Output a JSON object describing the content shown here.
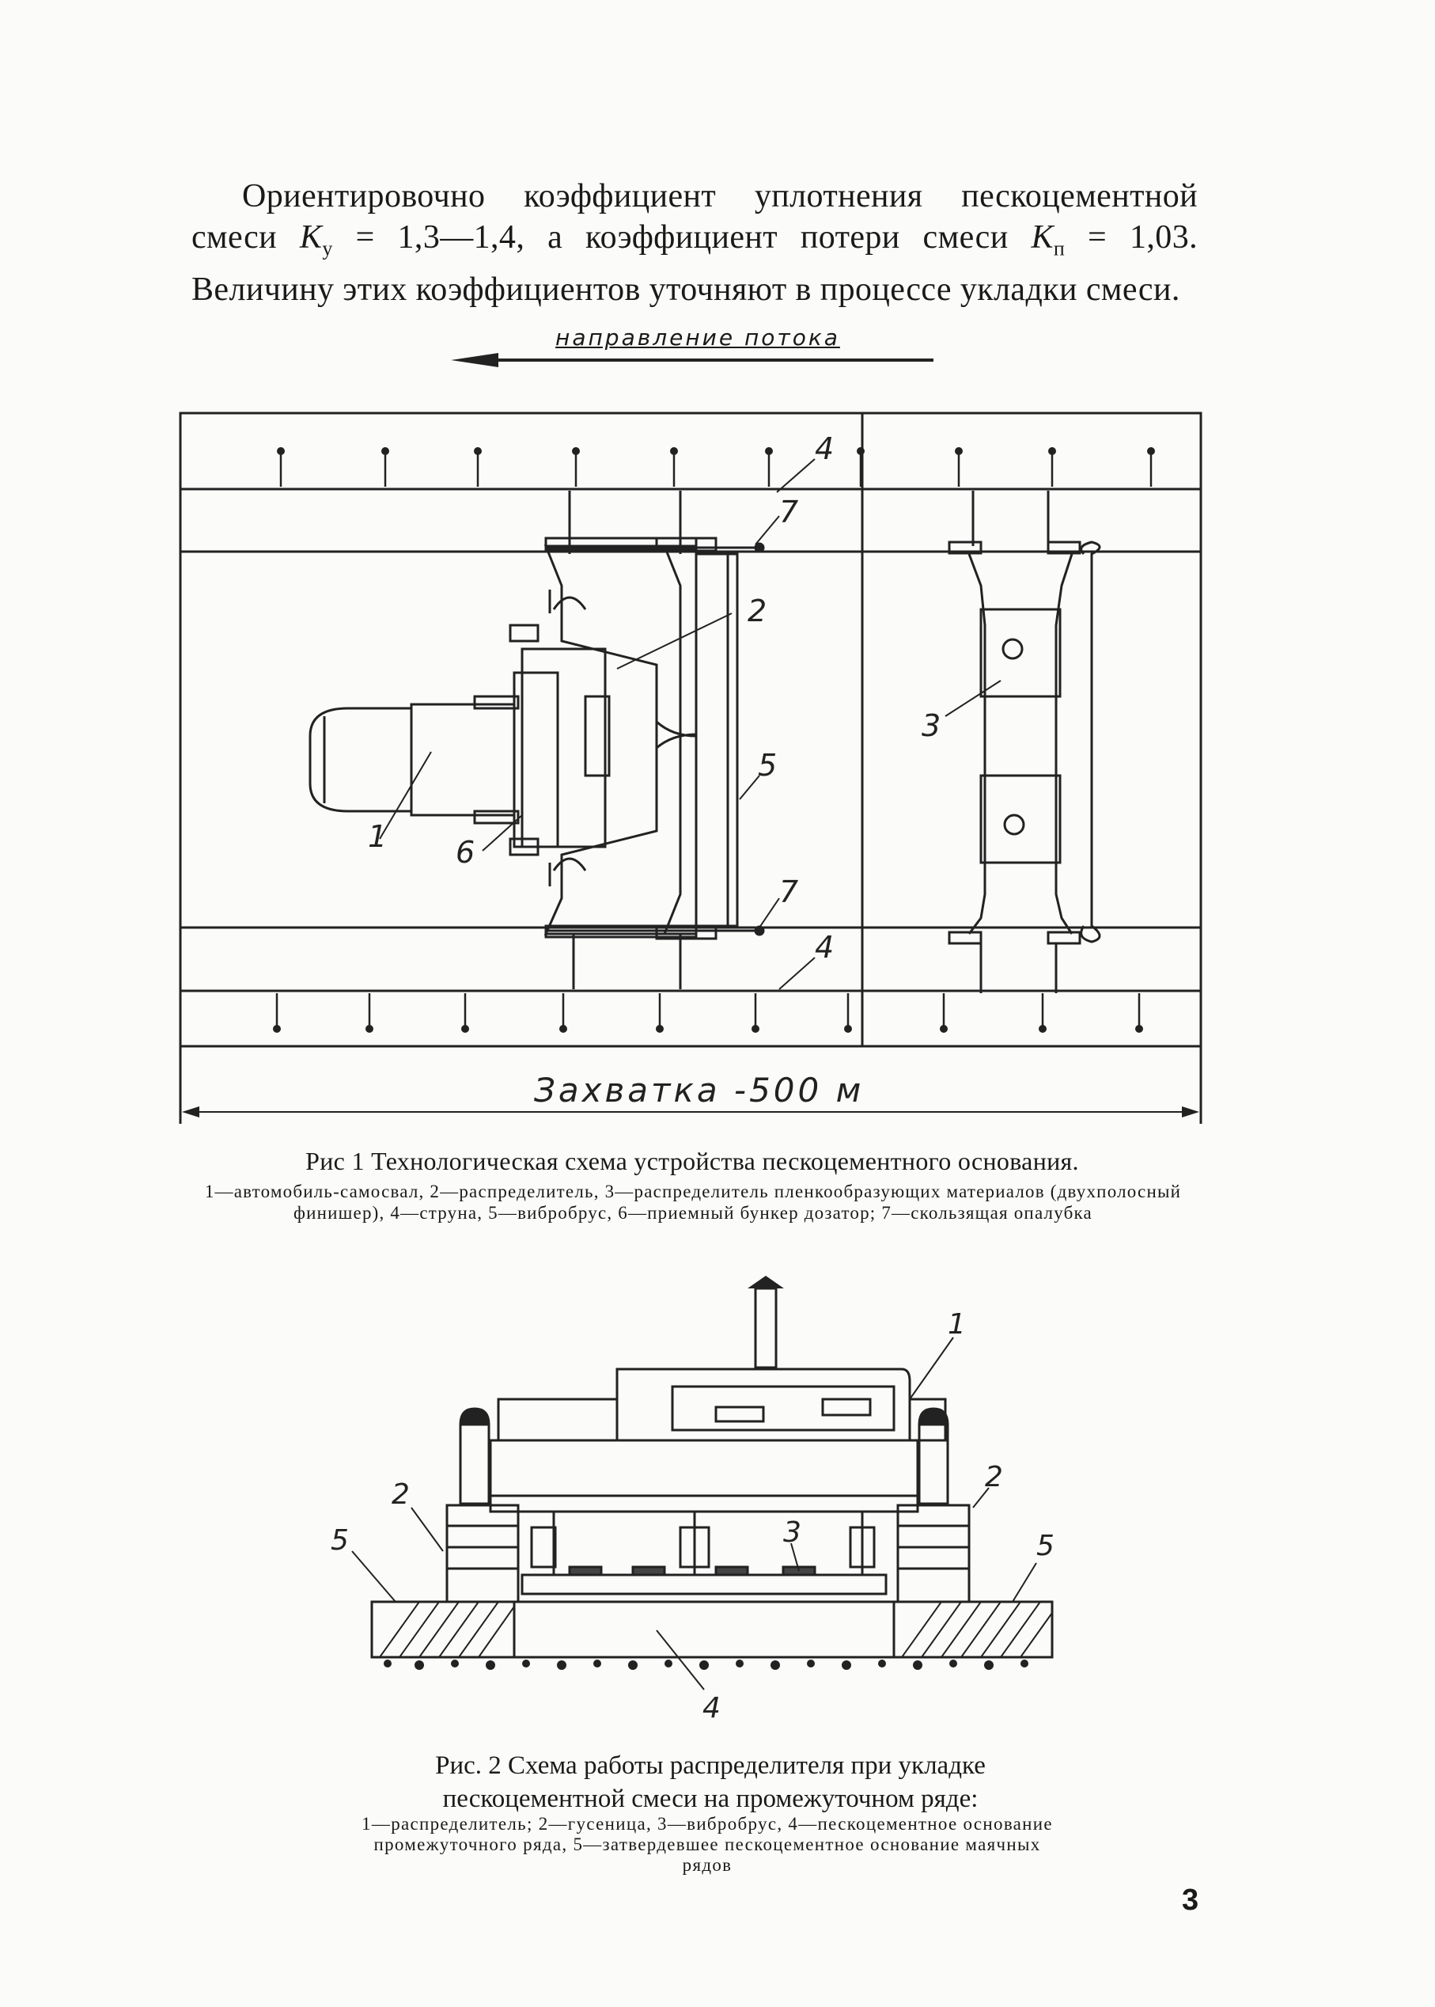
{
  "paragraph": {
    "part1": "Ориентировочно коэффициент уплотнения пескоцементной смеси ",
    "ky_symbol": "K",
    "ky_sub": "у",
    "part2": " = 1,3—1,4, а коэффициент потери смеси ",
    "kp_symbol": "K",
    "kp_sub": "п",
    "part3": " = 1,03. Величину этих коэффициентов уточняют в процессе укладки смеси."
  },
  "figure1": {
    "flow_label": "направление потока",
    "section_label": "Захватка -500 м",
    "callouts": [
      "1",
      "2",
      "3",
      "4",
      "4",
      "5",
      "6",
      "7",
      "7"
    ],
    "caption": "Рис 1 Технологическая схема устройства пескоцементного основания.",
    "legend": "1—автомобиль-самосвал, 2—распределитель, 3—распределитель пленкообразующих материалов (двухполосный финишер), 4—струна, 5—вибробрус, 6—приемный бункер дозатор; 7—скользящая опалубка"
  },
  "figure2": {
    "callouts": [
      "1",
      "2",
      "2",
      "3",
      "4",
      "5",
      "5"
    ],
    "caption": "Рис. 2 Схема работы распределителя при укладке пескоцементной смеси на промежуточном ряде:",
    "legend": "1—распределитель; 2—гусеница, 3—вибробрус, 4—пескоцементное основание промежуточного ряда, 5—затвердевшее пескоцементное основание маячных рядов"
  },
  "page_number": "3"
}
